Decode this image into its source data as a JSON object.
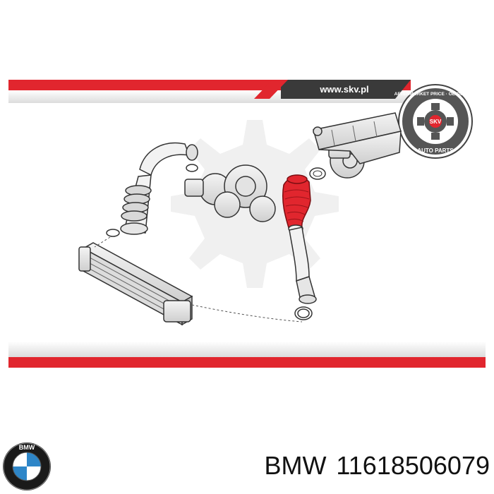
{
  "banner": {
    "url": "www.skv.pl",
    "accent_color": "#e1262e"
  },
  "seal": {
    "ring_top_text": "AFTERMARKET PRICE · OE QUALITY",
    "ring_bottom_text": "AUTO PARTS",
    "center_text": "SKV"
  },
  "brand": {
    "logo_letters": "BMW",
    "logo_blue": "#2e86c8"
  },
  "product": {
    "brand": "BMW",
    "part_number": "11618506079"
  },
  "diagram": {
    "highlight_color": "#e1262e",
    "line_color": "#333333"
  }
}
